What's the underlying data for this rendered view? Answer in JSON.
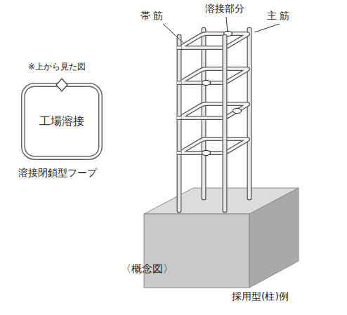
{
  "diagram": {
    "nodes": [
      {
        "text": [
          "工場溶接"
        ]
      }
    ],
    "labels": [
      "※上から見た図",
      "溶接閉鎖型フープ",
      "帯 筋",
      "溶接部分",
      "主 筋",
      "〈概念図〉",
      "採用型(柱)例"
    ]
  }
}
